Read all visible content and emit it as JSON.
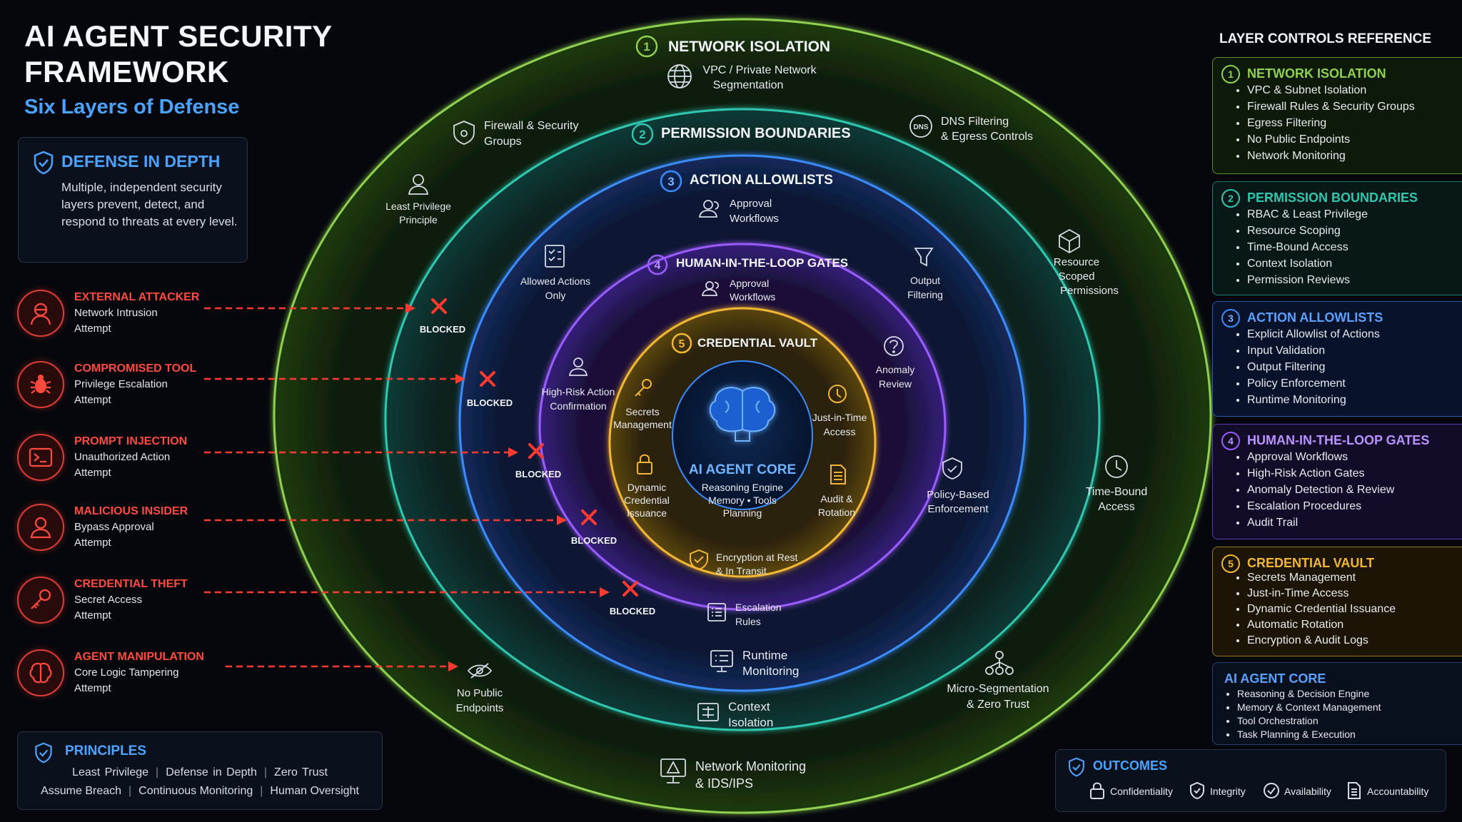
{
  "header": {
    "title_line1": "AI AGENT SECURITY",
    "title_line2": "FRAMEWORK",
    "subtitle": "Six Layers of Defense"
  },
  "defense_in_depth": {
    "title": "DEFENSE IN DEPTH",
    "text": "Multiple, independent security layers prevent, detect, and respond to threats at every level."
  },
  "threats": [
    {
      "name": "EXTERNAL ATTACKER",
      "line1": "Network Intrusion",
      "line2": "Attempt",
      "icon": "hacker-icon"
    },
    {
      "name": "COMPROMISED TOOL",
      "line1": "Privilege Escalation",
      "line2": "Attempt",
      "icon": "bug-icon"
    },
    {
      "name": "PROMPT INJECTION",
      "line1": "Unauthorized Action",
      "line2": "Attempt",
      "icon": "terminal-icon"
    },
    {
      "name": "MALICIOUS INSIDER",
      "line1": "Bypass Approval",
      "line2": "Attempt",
      "icon": "user-icon"
    },
    {
      "name": "CREDENTIAL THEFT",
      "line1": "Secret Access",
      "line2": "Attempt",
      "icon": "key-icon"
    },
    {
      "name": "AGENT MANIPULATION",
      "line1": "Core Logic Tampering",
      "line2": "Attempt",
      "icon": "brain-icon"
    }
  ],
  "blocked_label": "BLOCKED",
  "principles": {
    "title": "PRINCIPLES",
    "row1": [
      "Least Privilege",
      "Defense in Depth",
      "Zero Trust"
    ],
    "row2": [
      "Assume Breach",
      "Continuous Monitoring",
      "Human Oversight"
    ],
    "separator": "|"
  },
  "rings": {
    "network": {
      "num": "1",
      "title": "NETWORK ISOLATION",
      "vpc_1": "VPC / Private Network",
      "vpc_2": "Segmentation",
      "firewall_1": "Firewall & Security",
      "firewall_2": "Groups",
      "dns_1": "DNS Filtering",
      "dns_2": "& Egress Controls",
      "dns_badge": "DNS",
      "time_1": "Time-Bound",
      "time_2": "Access",
      "micro_1": "Micro-Segmentation",
      "micro_2": "& Zero Trust",
      "monitor_1": "Network Monitoring",
      "monitor_2": "& IDS/IPS",
      "nopublic_1": "No Public",
      "nopublic_2": "Endpoints",
      "leastpriv_1": "Least Privilege",
      "leastpriv_2": "Principle"
    },
    "permission": {
      "num": "2",
      "title": "PERMISSION BOUNDARIES",
      "resource_1": "Resource",
      "resource_2": "Scoped",
      "resource_3": "Permissions",
      "context_1": "Context",
      "context_2": "Isolation"
    },
    "action": {
      "num": "3",
      "title": "ACTION ALLOWLISTS",
      "approval_1": "Approval",
      "approval_2": "Workflows",
      "allowed_1": "Allowed Actions",
      "allowed_2": "Only",
      "output_1": "Output",
      "output_2": "Filtering",
      "policy_1": "Policy-Based",
      "policy_2": "Enforcement",
      "runtime_1": "Runtime",
      "runtime_2": "Monitoring"
    },
    "hitl": {
      "num": "4",
      "title": "HUMAN-IN-THE-LOOP GATES",
      "approval_1": "Approval",
      "approval_2": "Workflows",
      "highrisk_1": "High-Risk Action",
      "highrisk_2": "Confirmation",
      "anomaly_1": "Anomaly",
      "anomaly_2": "Review",
      "escalation_1": "Escalation",
      "escalation_2": "Rules"
    },
    "vault": {
      "num": "5",
      "title": "CREDENTIAL VAULT",
      "secrets_1": "Secrets",
      "secrets_2": "Management",
      "jit_1": "Just-in-Time",
      "jit_2": "Access",
      "dynamic_1": "Dynamic",
      "dynamic_2": "Credential",
      "dynamic_3": "Issuance",
      "audit_1": "Audit &",
      "audit_2": "Rotation",
      "encrypt_1": "Encryption at Rest",
      "encrypt_2": "& In Transit"
    },
    "core": {
      "title": "AI AGENT CORE",
      "line1": "Reasoning Engine",
      "line2": "Memory • Tools",
      "line3": "Planning"
    }
  },
  "reference": {
    "title": "LAYER CONTROLS REFERENCE",
    "panels": [
      {
        "num": "1",
        "title": "NETWORK ISOLATION",
        "items": [
          "VPC & Subnet Isolation",
          "Firewall Rules & Security Groups",
          "Egress Filtering",
          "No Public Endpoints",
          "Network Monitoring"
        ]
      },
      {
        "num": "2",
        "title": "PERMISSION BOUNDARIES",
        "items": [
          "RBAC & Least Privilege",
          "Resource Scoping",
          "Time-Bound Access",
          "Context Isolation",
          "Permission Reviews"
        ]
      },
      {
        "num": "3",
        "title": "ACTION ALLOWLISTS",
        "items": [
          "Explicit Allowlist of Actions",
          "Input Validation",
          "Output Filtering",
          "Policy Enforcement",
          "Runtime Monitoring"
        ]
      },
      {
        "num": "4",
        "title": "HUMAN-IN-THE-LOOP GATES",
        "items": [
          "Approval Workflows",
          "High-Risk Action Gates",
          "Anomaly Detection & Review",
          "Escalation Procedures",
          "Audit Trail"
        ]
      },
      {
        "num": "5",
        "title": "CREDENTIAL VAULT",
        "items": [
          "Secrets Management",
          "Just-in-Time Access",
          "Dynamic Credential Issuance",
          "Automatic Rotation",
          "Encryption & Audit Logs"
        ]
      }
    ],
    "core": {
      "title": "AI AGENT CORE",
      "items": [
        "Reasoning & Decision Engine",
        "Memory & Context Management",
        "Tool Orchestration",
        "Task Planning & Execution"
      ]
    }
  },
  "outcomes": {
    "title": "OUTCOMES",
    "items": [
      "Confidentiality",
      "Integrity",
      "Availability",
      "Accountability"
    ]
  },
  "colors": {
    "network": "#8fd14f",
    "permission": "#2fc7b0",
    "action": "#3b8cff",
    "hitl": "#9a5cff",
    "vault": "#f2b632",
    "threat": "#ff4a3d",
    "accent": "#4aa3ff"
  }
}
